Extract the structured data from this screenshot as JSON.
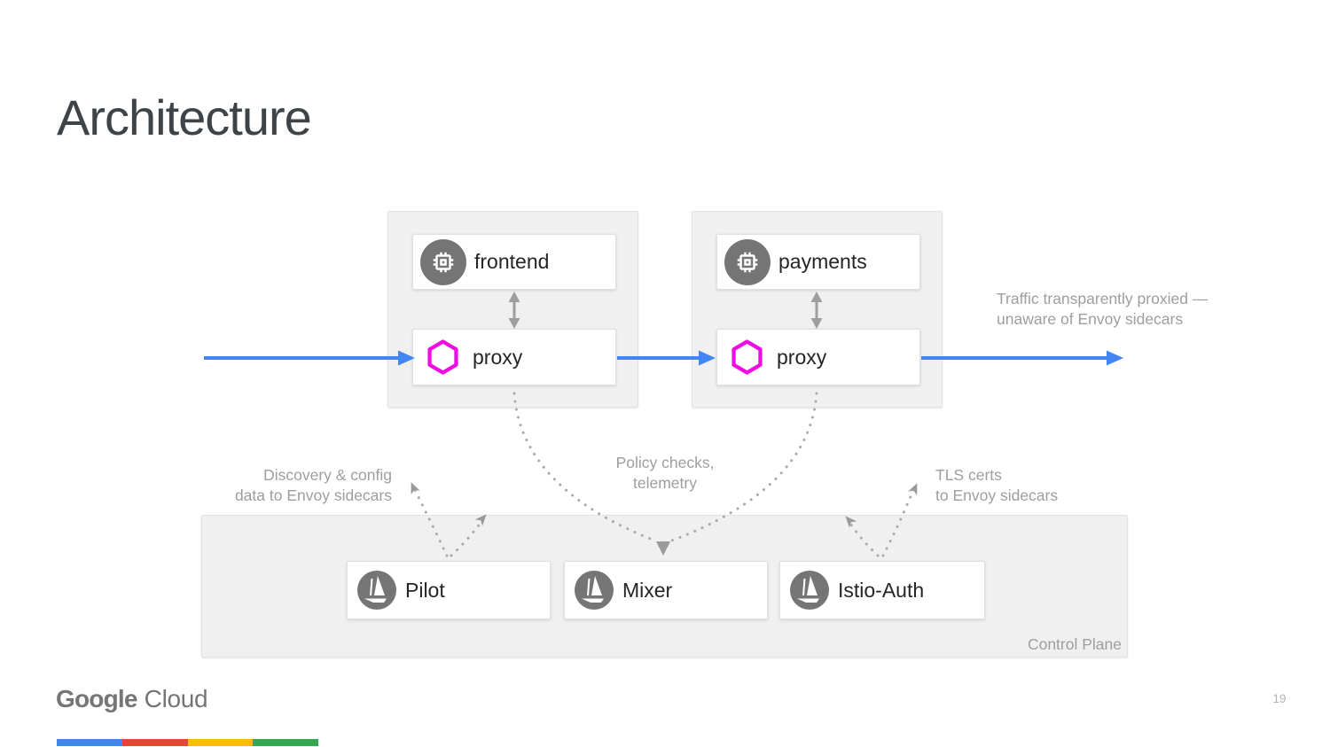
{
  "title": "Architecture",
  "page_number": "19",
  "footer": {
    "logo_google": "Google",
    "logo_cloud": "Cloud"
  },
  "colors": {
    "accent_blue": "#4285F4",
    "google_red": "#EA4335",
    "google_yellow": "#FBBC04",
    "google_green": "#34A853",
    "envoy_magenta": "#ED0DE3",
    "icon_gray": "#757575",
    "annotation_gray": "#9E9E9E"
  },
  "icons": {
    "service": "chip-icon",
    "proxy": "envoy-hexagon-icon",
    "control_plane_component": "istio-sailboat-icon"
  },
  "pods": [
    {
      "service": "frontend",
      "proxy": "proxy"
    },
    {
      "service": "payments",
      "proxy": "proxy"
    }
  ],
  "annotations": {
    "traffic_line1": "Traffic transparently proxied —",
    "traffic_line2": "unaware of Envoy sidecars",
    "discovery_line1": "Discovery & config",
    "discovery_line2": "data to Envoy sidecars",
    "policy_line1": "Policy checks,",
    "policy_line2": "telemetry",
    "tls_line1": "TLS certs",
    "tls_line2": "to Envoy sidecars"
  },
  "control_plane": {
    "label": "Control Plane",
    "components": [
      {
        "name": "Pilot"
      },
      {
        "name": "Mixer"
      },
      {
        "name": "Istio-Auth"
      }
    ]
  }
}
